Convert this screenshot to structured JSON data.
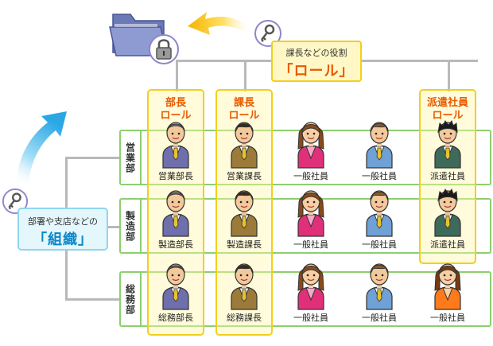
{
  "role_callout": {
    "caption": "課長などの役割",
    "title": "「ロール」"
  },
  "org_callout": {
    "caption": "部署や支店などの",
    "title": "「組織」"
  },
  "role_columns": [
    {
      "line1": "部長",
      "line2": "ロール"
    },
    {
      "line1": "課長",
      "line2": "ロール"
    },
    {
      "line1": "派遣社員",
      "line2": "ロール"
    }
  ],
  "departments": [
    {
      "name": "営業部",
      "members": [
        "営業部長",
        "営業課長",
        "一般社員",
        "一般社員",
        "派遣社員"
      ]
    },
    {
      "name": "製造部",
      "members": [
        "製造部長",
        "製造課長",
        "一般社員",
        "一般社員",
        "派遣社員"
      ]
    },
    {
      "name": "総務部",
      "members": [
        "総務部長",
        "総務課長",
        "一般社員",
        "一般社員",
        "一般社員"
      ]
    }
  ],
  "icons": {
    "folder": "folder-icon",
    "lock": "lock-icon",
    "key": "key-icon",
    "arrow": "arrow-icon"
  },
  "colors": {
    "role_border": "#f3cf1c",
    "role_text": "#e85a00",
    "org_border": "#8fd6ef",
    "org_text": "#0a86c9",
    "dept_border": "#8ccf6e"
  }
}
